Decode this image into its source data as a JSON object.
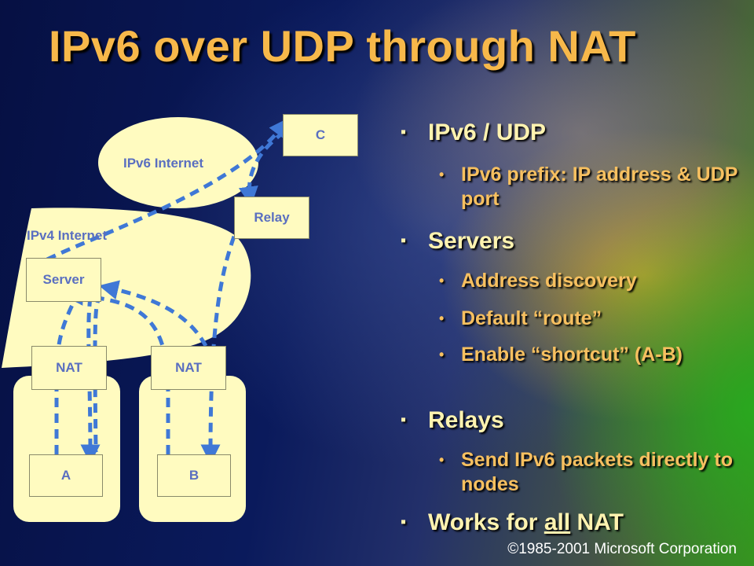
{
  "title": "IPv6 over UDP through NAT",
  "diagram": {
    "ipv6_internet": "IPv6 Internet",
    "ipv4_internet": "IPv4 Internet",
    "node_c": "C",
    "relay": "Relay",
    "server": "Server",
    "nat_a": "NAT",
    "nat_b": "NAT",
    "node_a": "A",
    "node_b": "B",
    "colors": {
      "fill": "#fffbc0",
      "label": "#5a6fc0",
      "arrow": "#3f78d6"
    }
  },
  "bullets": [
    {
      "label": "IPv6 / UDP",
      "subs": [
        "IPv6 prefix: IP address & UDP port"
      ]
    },
    {
      "label": "Servers",
      "subs": [
        "Address discovery",
        "Default “route”",
        "Enable “shortcut” (A-B)"
      ]
    },
    {
      "label": "Relays",
      "subs": [
        "Send IPv6 packets directly to nodes"
      ]
    }
  ],
  "last_bullet": {
    "prefix": "Works for ",
    "emphasis": "all",
    "suffix": " NAT"
  },
  "bullet_marker": "▪",
  "sub_marker": "•",
  "copyright": "©1985-2001 Microsoft Corporation"
}
